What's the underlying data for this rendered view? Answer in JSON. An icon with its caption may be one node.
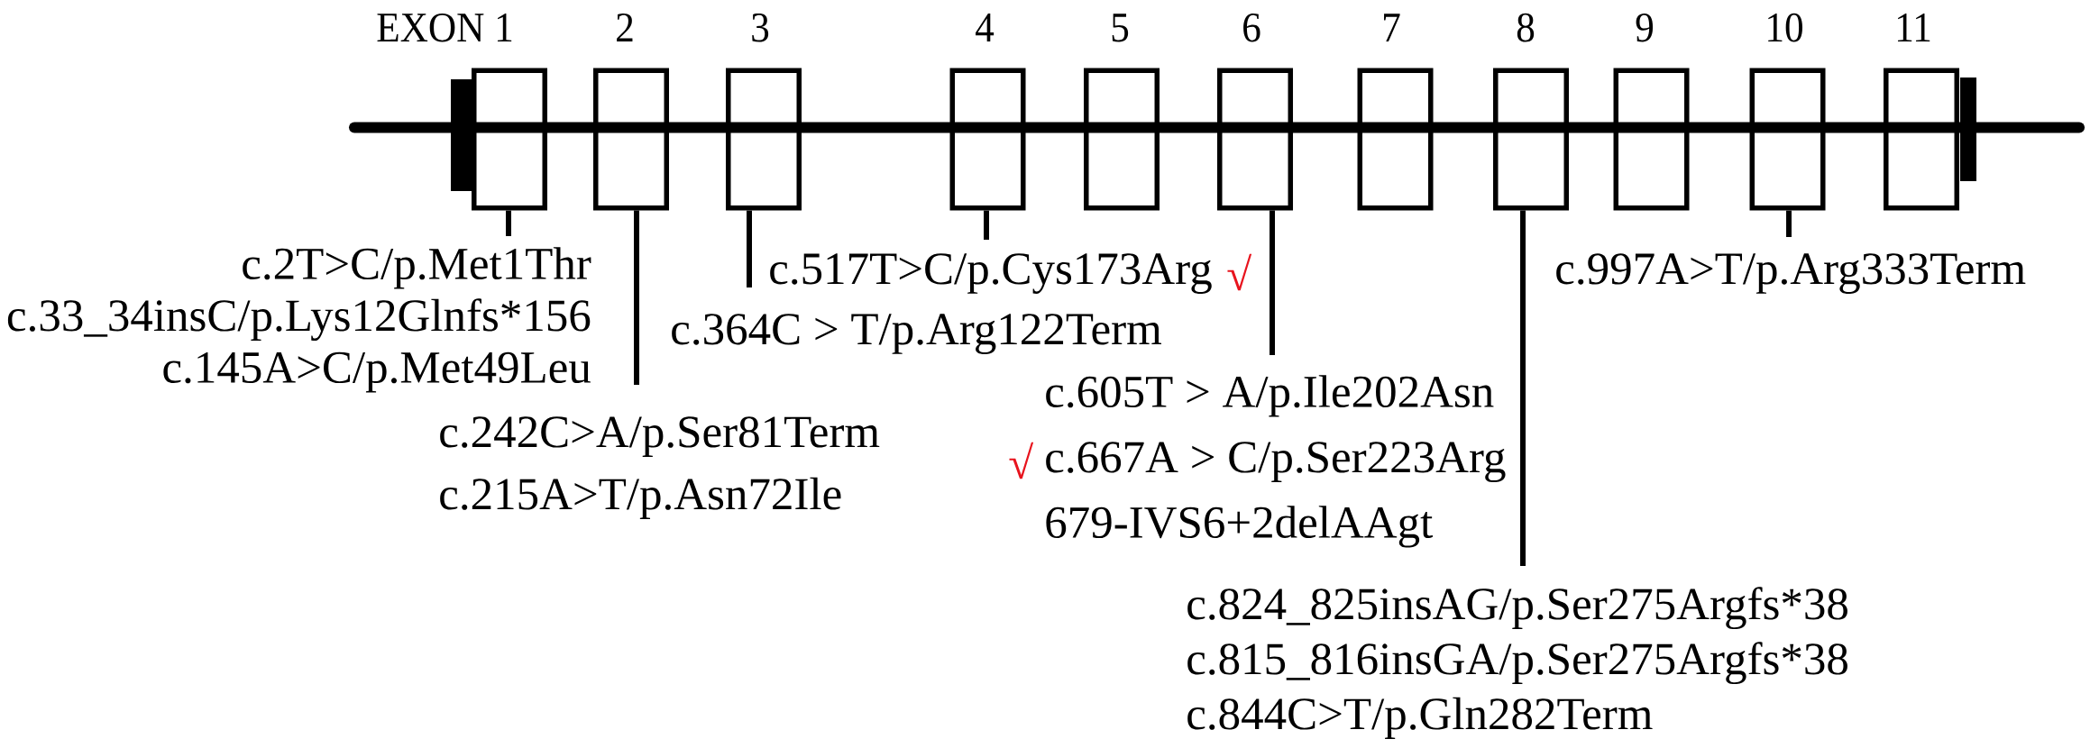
{
  "diagram": {
    "nodes": [
      {
        "text": [
          "EXON 1"
        ]
      },
      {
        "text": [
          "2"
        ]
      },
      {
        "text": [
          "3"
        ]
      },
      {
        "text": [
          "4"
        ]
      },
      {
        "text": [
          "5"
        ]
      },
      {
        "text": [
          "6"
        ]
      },
      {
        "text": [
          "7"
        ]
      },
      {
        "text": [
          "8"
        ]
      },
      {
        "text": [
          "9"
        ]
      },
      {
        "text": [
          "10"
        ]
      },
      {
        "text": [
          "11"
        ]
      },
      {
        "text": [
          "c.2T>C/p.Met1Thr",
          "c.33_34insC/p.Lys12Glnfs*156",
          "c.145A>C/p.Met49Leu"
        ]
      },
      {
        "text": [
          "c.242C>A/p.Ser81Term",
          "c.215A>T/p.Asn72Ile"
        ]
      },
      {
        "text": [
          "c.364C > T/p.Arg122Term"
        ]
      },
      {
        "text": [
          "c.517T>C/p.Cys173Arg"
        ],
        "beside": [
          "√"
        ]
      },
      {
        "text": [
          "c.605T > A/p.Ile202Asn",
          "c.667A > C/p.Ser223Arg",
          "679-IVS6+2delAAgt"
        ],
        "beside": [
          "√"
        ]
      },
      {
        "text": [
          "c.824_825insAG/p.Ser275Argfs*38",
          "c.815_816insGA/p.Ser275Argfs*38",
          "c.844C>T/p.Gln282Term"
        ]
      },
      {
        "text": [
          "c.997A>T/p.Arg333Term"
        ]
      },
      {
        "text": [],
        "shape": "bar"
      },
      {
        "text": [],
        "shape": "bar"
      }
    ],
    "edges": [
      {
        "from": 0,
        "to": 11,
        "arrow": "none"
      },
      {
        "from": 1,
        "to": 12,
        "arrow": "none"
      },
      {
        "from": 2,
        "to": 13,
        "arrow": "none"
      },
      {
        "from": 3,
        "to": 14,
        "arrow": "none"
      },
      {
        "from": 5,
        "to": 15,
        "arrow": "none"
      },
      {
        "from": 7,
        "to": 16,
        "arrow": "none"
      },
      {
        "from": 9,
        "to": 17,
        "arrow": "none"
      }
    ]
  }
}
